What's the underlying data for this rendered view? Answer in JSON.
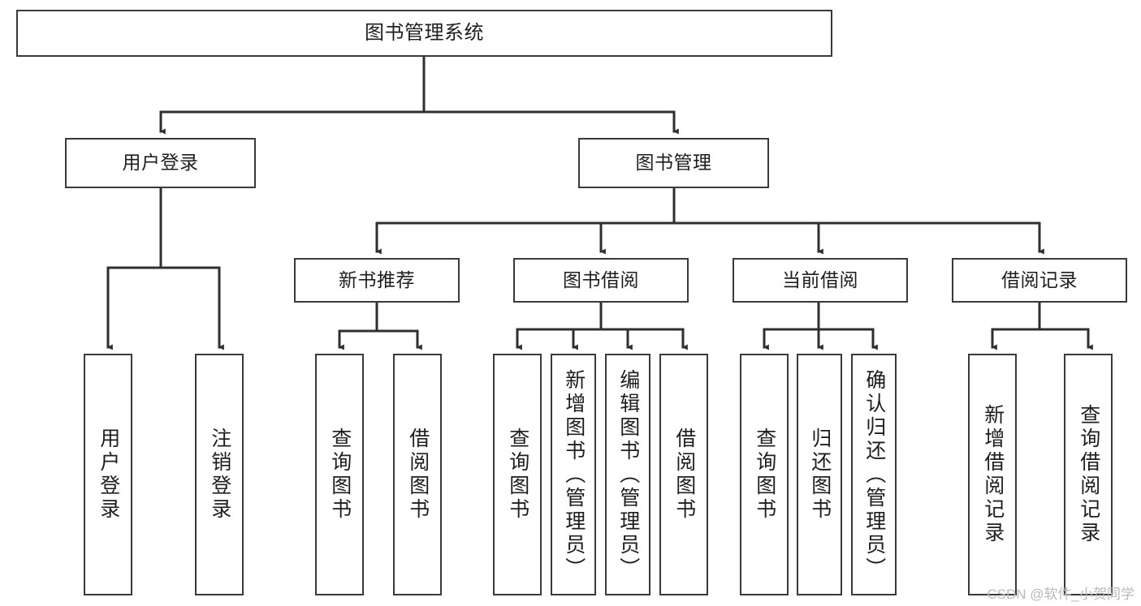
{
  "diagram": {
    "type": "tree-hierarchy",
    "title": "图书管理系统",
    "watermark": "CSDN @软件_小贺同学",
    "colors": {
      "box_border": "#3a3a3a",
      "box_fill": "#ffffff",
      "edge": "#2f2f2f",
      "text": "#1e1e1e",
      "watermark": "#b9b9b9",
      "background": "#ffffff"
    },
    "nodes": {
      "root": {
        "label": "图书管理系统"
      },
      "level2": [
        {
          "id": "user-login",
          "label": "用户登录"
        },
        {
          "id": "book-management",
          "label": "图书管理"
        }
      ],
      "level3": [
        {
          "id": "new-book-recommend",
          "label": "新书推荐"
        },
        {
          "id": "book-borrow",
          "label": "图书借阅"
        },
        {
          "id": "current-borrow",
          "label": "当前借阅"
        },
        {
          "id": "borrow-record",
          "label": "借阅记录"
        }
      ],
      "leaves": {
        "user-login": [
          {
            "id": "leaf-user-login",
            "label": "用户登录"
          },
          {
            "id": "leaf-user-logout",
            "label": "注销登录"
          }
        ],
        "new-book-recommend": [
          {
            "id": "leaf-query-book-1",
            "label": "查询图书"
          },
          {
            "id": "leaf-borrow-book-1",
            "label": "借阅图书"
          }
        ],
        "book-borrow": [
          {
            "id": "leaf-query-book-2",
            "label": "查询图书"
          },
          {
            "id": "leaf-add-book",
            "label": "新增图书（管理员）"
          },
          {
            "id": "leaf-edit-book",
            "label": "编辑图书（管理员）"
          },
          {
            "id": "leaf-borrow-book-2",
            "label": "借阅图书"
          }
        ],
        "current-borrow": [
          {
            "id": "leaf-query-book-3",
            "label": "查询图书"
          },
          {
            "id": "leaf-return-book",
            "label": "归还图书"
          },
          {
            "id": "leaf-confirm-return",
            "label": "确认归还（管理员）"
          }
        ],
        "borrow-record": [
          {
            "id": "leaf-add-record",
            "label": "新增借阅记录"
          },
          {
            "id": "leaf-query-record",
            "label": "查询借阅记录"
          }
        ]
      }
    }
  }
}
